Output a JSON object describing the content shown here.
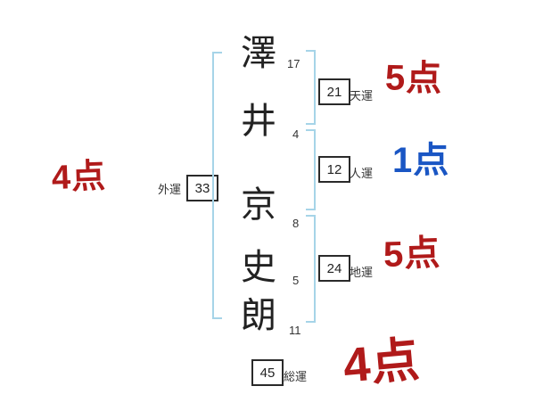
{
  "name": {
    "chars": [
      {
        "char": "澤",
        "strokes": "17"
      },
      {
        "char": "井",
        "strokes": "4"
      },
      {
        "char": "京",
        "strokes": "8"
      },
      {
        "char": "史",
        "strokes": "5"
      },
      {
        "char": "朗",
        "strokes": "11"
      }
    ]
  },
  "fortunes": {
    "gaiun": {
      "label": "外運",
      "value": "33",
      "score": "4点"
    },
    "tenun": {
      "label": "天運",
      "value": "21",
      "score": "5点"
    },
    "jinun": {
      "label": "人運",
      "value": "12",
      "score": "1点"
    },
    "chiun": {
      "label": "地運",
      "value": "24",
      "score": "5点"
    },
    "souun": {
      "label": "総運",
      "value": "45",
      "score": "4点"
    }
  },
  "colors": {
    "score_red": "#b01a1a",
    "score_blue": "#1a56c4",
    "bracket_blue": "#a6d4e8",
    "text_black": "#222222"
  }
}
